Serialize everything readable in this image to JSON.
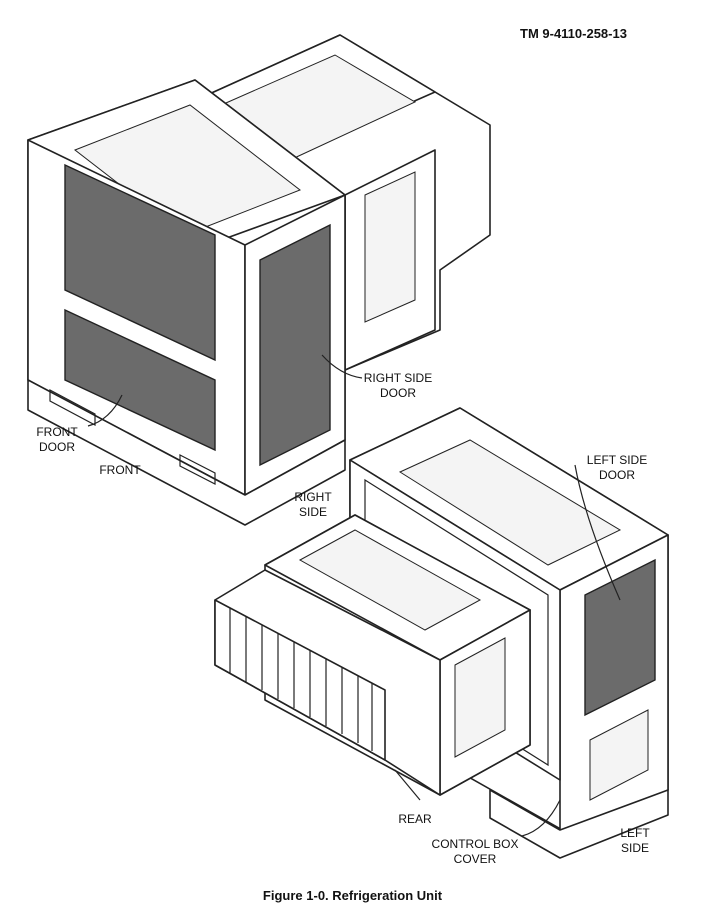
{
  "header": {
    "doc_number": "TM 9-4110-258-13"
  },
  "labels": {
    "right_side_door": [
      "RIGHT SIDE",
      "DOOR"
    ],
    "front_door": [
      "FRONT",
      "DOOR"
    ],
    "front": "FRONT",
    "right_side": [
      "RIGHT",
      "SIDE"
    ],
    "left_side_door": [
      "LEFT SIDE",
      "DOOR"
    ],
    "rear": "REAR",
    "control_box_cover": [
      "CONTROL BOX",
      "COVER"
    ],
    "left_side": [
      "LEFT",
      "SIDE"
    ]
  },
  "caption": {
    "title": "Figure 1-0.  Refrigeration Unit"
  }
}
